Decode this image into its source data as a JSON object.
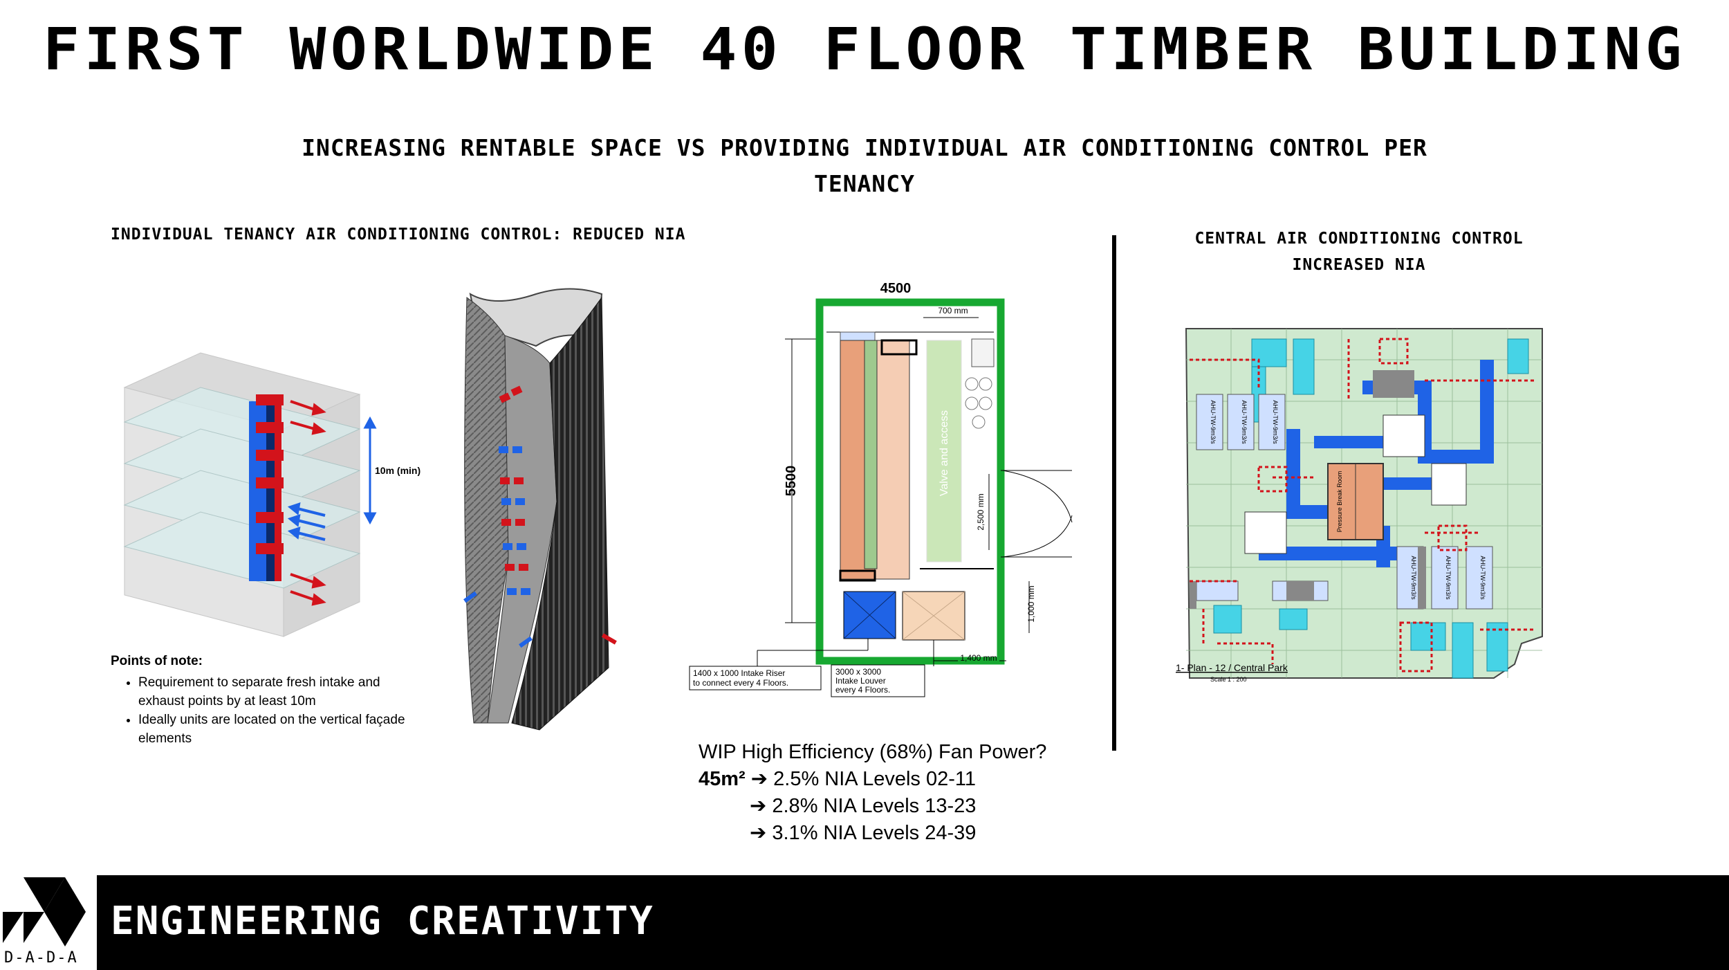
{
  "header": {
    "title": "FIRST WORLDWIDE 40 FLOOR TIMBER BUILDING",
    "subtitle_line1": "INCREASING RENTABLE SPACE VS PROVIDING INDIVIDUAL AIR CONDITIONING CONTROL PER",
    "subtitle_line2": "TENANCY"
  },
  "left_section": {
    "heading": "INDIVIDUAL TENANCY AIR CONDITIONING CONTROL: REDUCED NIA",
    "dimension_label": "10m (min)",
    "notes_title": "Points of note:",
    "notes": [
      "Requirement to separate fresh intake and exhaust points by at least 10m",
      "Ideally units are located on the vertical façade elements"
    ]
  },
  "plant_room": {
    "width_label": "4500",
    "height_label": "5500",
    "dim_700": "700 mm",
    "dim_2500": "2,500 mm",
    "dim_1000": "1,000 mm",
    "dim_1400": "1,400 mm",
    "valve_label": "Valve and access",
    "riser_note_1": "1400 x 1000 Intake Riser",
    "riser_note_2": "to connect every 4 Floors.",
    "louver_note_1": "3000 x 3000",
    "louver_note_2": "Intake Louver",
    "louver_note_3": "every 4 Floors."
  },
  "wip": {
    "line1": "WIP High Efficiency (68%) Fan Power?",
    "area": "45m²",
    "levels": [
      "2.5% NIA Levels 02-11",
      "2.8% NIA Levels 13-23",
      "3.1% NIA Levels 24-39"
    ],
    "arrow": "➔"
  },
  "right_section": {
    "heading_line1": "CENTRAL AIR CONDITIONING CONTROL",
    "heading_line2": "INCREASED NIA",
    "plan_title": "1- Plan - 12 / Central Park",
    "plan_scale": "Scale 1 : 200",
    "ahu_label": "AHU-TW-9m3/s",
    "room_label": "Pressure Break Room"
  },
  "footer": {
    "tagline": "ENGINEERING CREATIVITY",
    "logo_text": "D-A-D-A"
  },
  "colors": {
    "green_frame": "#17a831",
    "blue_duct": "#1f63e6",
    "cyan_duct": "#46d3e6",
    "plan_green": "#cfe9cf",
    "red_unit": "#d3131b"
  }
}
